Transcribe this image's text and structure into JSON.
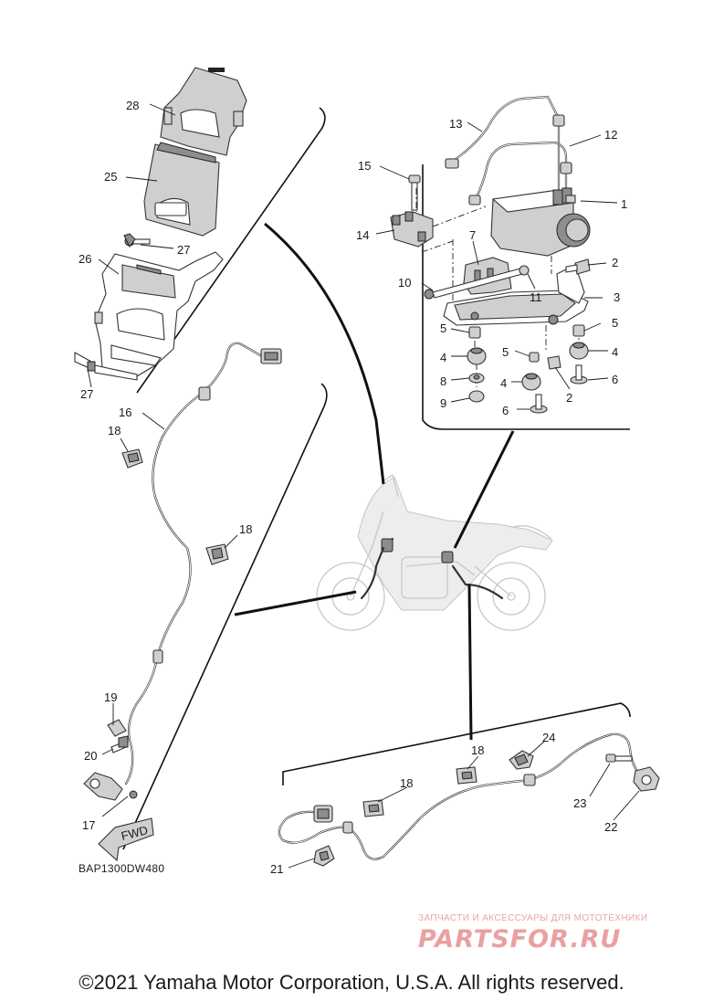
{
  "diagram": {
    "callouts": {
      "p1": "1",
      "p2a": "2",
      "p2b": "2",
      "p3": "3",
      "p4a": "4",
      "p4b": "4",
      "p4c": "4",
      "p5a": "5",
      "p5b": "5",
      "p5c": "5",
      "p6a": "6",
      "p6b": "6",
      "p7": "7",
      "p8": "8",
      "p9": "9",
      "p10": "10",
      "p11": "11",
      "p12": "12",
      "p13": "13",
      "p14": "14",
      "p15": "15",
      "p16": "16",
      "p17": "17",
      "p18a": "18",
      "p18b": "18",
      "p18c": "18",
      "p18d": "18",
      "p19": "19",
      "p20": "20",
      "p21": "21",
      "p22": "22",
      "p23": "23",
      "p24": "24",
      "p25": "25",
      "p26": "26",
      "p27a": "27",
      "p27b": "27",
      "p28": "28"
    },
    "fwd_label": "FWD",
    "diagram_code": "BAP1300DW480"
  },
  "watermark": {
    "caption": "ЗАПЧАСТИ И АКСЕССУАРЫ ДЛЯ МОТОТЕХНИКИ",
    "logo": "PARTSFOR.RU"
  },
  "copyright": "©2021 Yamaha Motor Corporation, U.S.A. All rights reserved."
}
